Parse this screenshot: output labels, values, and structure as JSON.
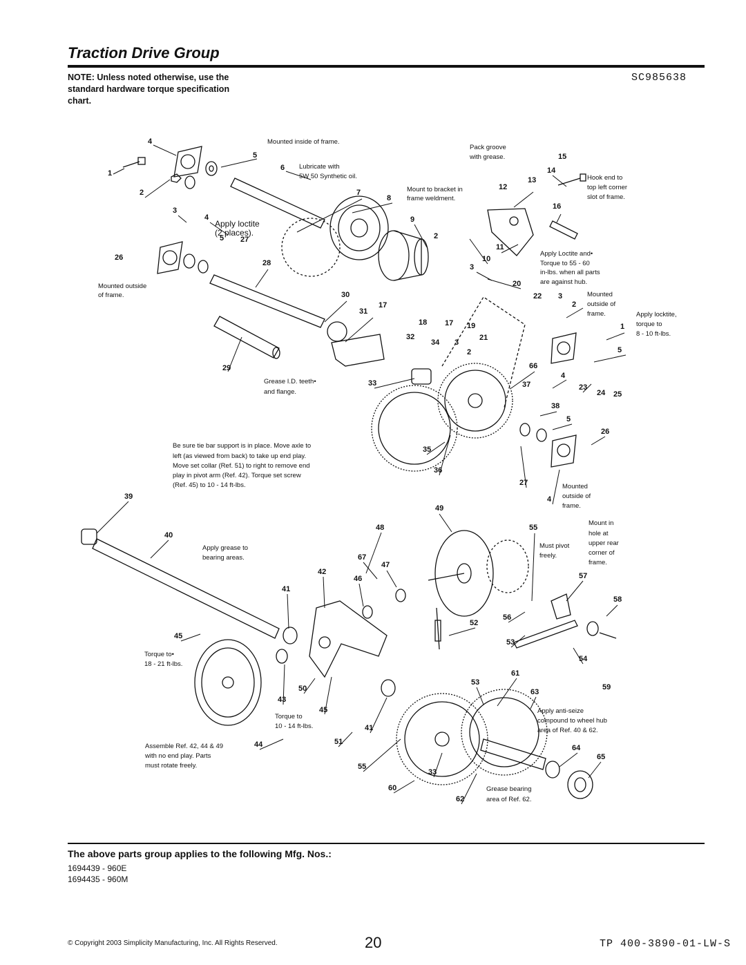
{
  "header": {
    "title": "Traction Drive Group",
    "note": "NOTE: Unless noted otherwise, use the standard hardware torque specification chart.",
    "diagram_code": "SC985638"
  },
  "diagram": {
    "callouts": [
      "4",
      "5",
      "1",
      "6",
      "2",
      "7",
      "8",
      "3",
      "4",
      "5",
      "27",
      "26",
      "28",
      "30",
      "31",
      "29",
      "33",
      "9",
      "2",
      "10",
      "11",
      "3",
      "17",
      "18",
      "17",
      "19",
      "32",
      "34",
      "3",
      "21",
      "2",
      "12",
      "13",
      "14",
      "15",
      "16",
      "20",
      "22",
      "3",
      "2",
      "1",
      "5",
      "66",
      "4",
      "37",
      "23",
      "24",
      "25",
      "38",
      "5",
      "26",
      "35",
      "36",
      "27",
      "4",
      "39",
      "40",
      "49",
      "48",
      "55",
      "67",
      "47",
      "42",
      "46",
      "41",
      "57",
      "58",
      "56",
      "52",
      "45",
      "53",
      "54",
      "43",
      "50",
      "45",
      "61",
      "53",
      "63",
      "59",
      "41",
      "51",
      "44",
      "64",
      "65",
      "55",
      "33",
      "60",
      "62"
    ],
    "annotations": [
      "Mounted inside of frame.",
      "Lubricate with",
      "5W 50 Synthetic oil.",
      "Apply loctite",
      "(2 places).",
      "Mounted outside",
      "of frame.",
      "Pack groove",
      "with grease.",
      "Mount to bracket in",
      "frame weldment.",
      "Hook end to",
      "top left corner",
      "slot of frame.",
      "Apply Loctite and•",
      "Torque to 55 - 60",
      "in-lbs. when all parts",
      "are against hub.",
      "Mounted",
      "outside of",
      "frame.",
      "Apply locktite,",
      "torque to",
      "8 - 10 ft-lbs.",
      "Grease I.D. teeth•",
      "and flange.",
      "Be sure tie bar support is in place. Move axle to",
      "left (as viewed from back) to take up end play.",
      "Move set collar (Ref. 51) to right to remove end",
      "play in pivot arm (Ref. 42). Torque set screw",
      "(Ref. 45) to 10 - 14 ft-lbs.",
      "Mounted",
      "outside of",
      "frame.",
      "Apply grease to",
      "bearing areas.",
      "Mount in",
      "hole at",
      "upper rear",
      "corner of",
      "frame.",
      "Must pivot",
      "freely.",
      "Torque to•",
      "18 - 21 ft-lbs.",
      "Torque to",
      "10 - 14 ft-lbs.",
      "Apply anti-seize",
      "compound to wheel hub",
      "area of Ref. 40 & 62.",
      "Assemble Ref. 42, 44 & 49",
      "with no end play. Parts",
      "must rotate freely.",
      "Grease bearing",
      "area of Ref. 62."
    ]
  },
  "applies": {
    "heading": "The above parts group applies to the following Mfg. Nos.:",
    "numbers": [
      "1694439 - 960E",
      "1694435 - 960M"
    ]
  },
  "footer": {
    "copyright": "© Copyright 2003 Simplicity Manufacturing, Inc. All Rights Reserved.",
    "page": "20",
    "doc_code": "TP 400-3890-01-LW-S"
  }
}
